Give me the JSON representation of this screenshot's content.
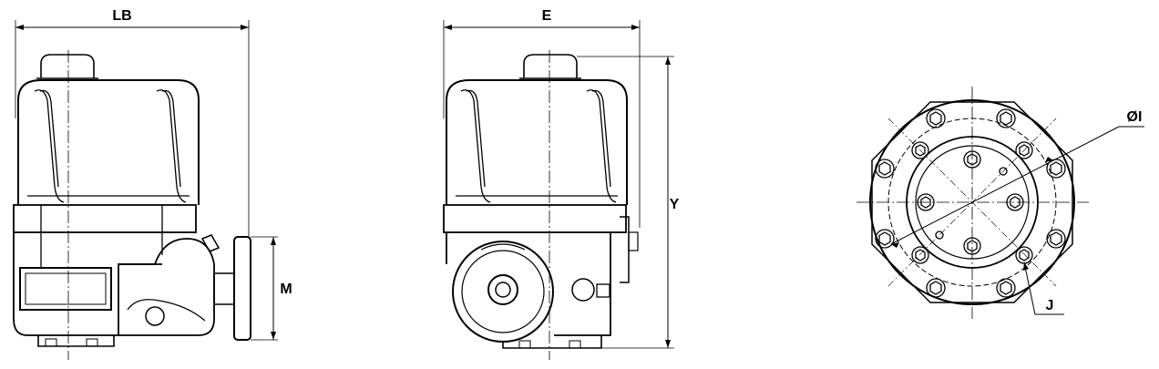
{
  "labels": {
    "lb": "LB",
    "e": "E",
    "y": "Y",
    "m": "M",
    "oi": "ØI",
    "j": "J"
  },
  "views": [
    "side-view",
    "front-view",
    "flange-bottom-view"
  ]
}
